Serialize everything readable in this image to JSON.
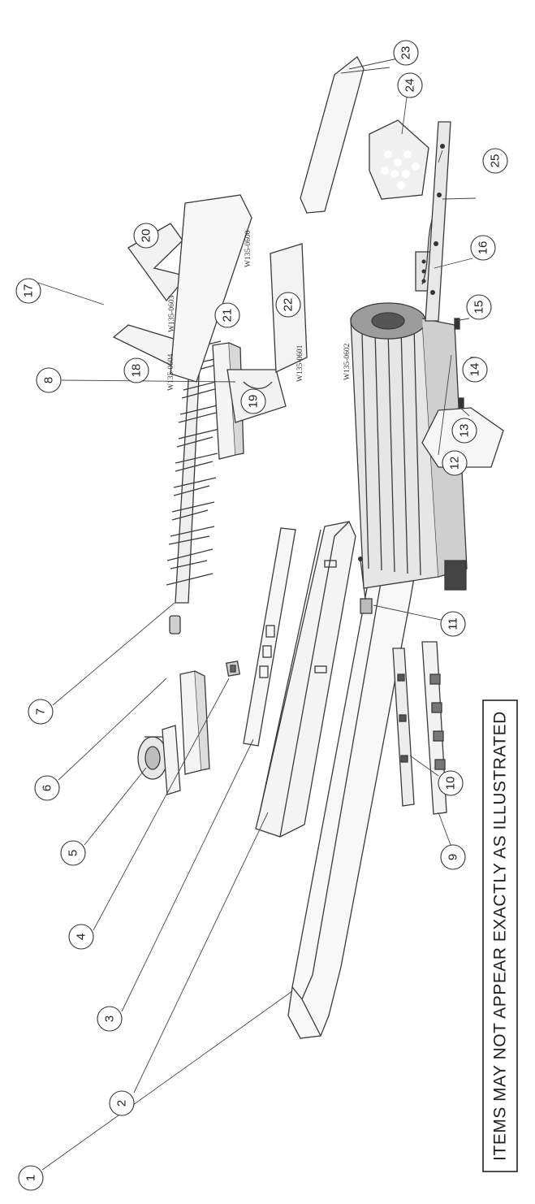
{
  "disclaimer": "ITEMS MAY NOT APPEAR EXACTLY AS ILLUSTRATED",
  "callouts": [
    "1",
    "2",
    "3",
    "4",
    "5",
    "6",
    "7",
    "8",
    "9",
    "10",
    "11",
    "12",
    "13",
    "14",
    "15",
    "16",
    "17",
    "18",
    "19",
    "20",
    "21",
    "22",
    "23",
    "24",
    "25"
  ],
  "part_numbers": {
    "p18": "W135-0604",
    "p19": "W135-0601",
    "p20": "W135-0603",
    "p21": "W135-0600",
    "p22": "W135-0602"
  }
}
